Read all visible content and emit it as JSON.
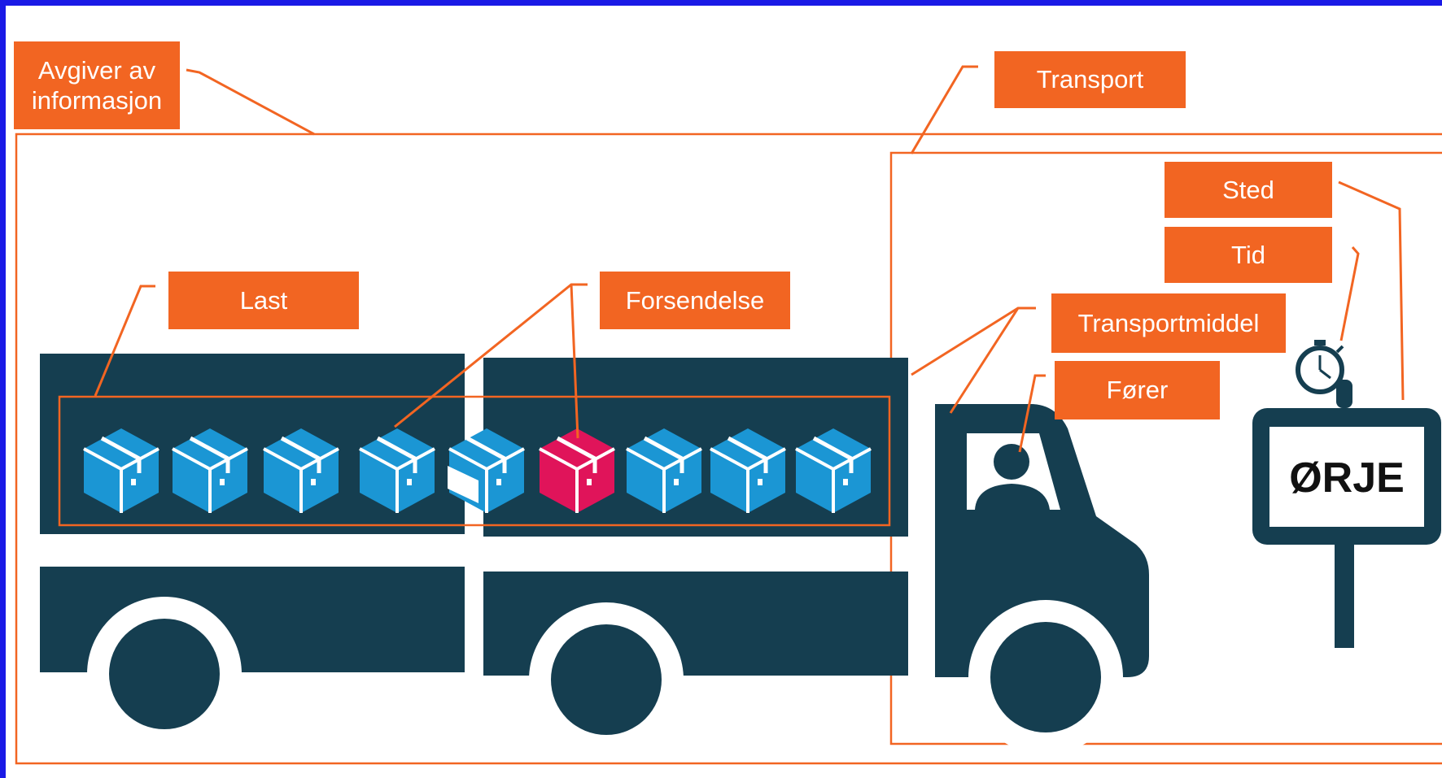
{
  "labels": {
    "avgiver": "Avgiver av informasjon",
    "transport": "Transport",
    "last": "Last",
    "forsendelse": "Forsendelse",
    "sted": "Sted",
    "tid": "Tid",
    "transportmiddel": "Transportmiddel",
    "forer": "Fører"
  },
  "sign": {
    "text": "ØRJE"
  },
  "boxes": {
    "count": 9,
    "highlighted_index": 5,
    "opened_index": 4
  },
  "colors": {
    "background": "#ffffff",
    "frame": "#1a1ae6",
    "accent": "#f26522",
    "truck": "#153e50",
    "box": "#1b96d4",
    "box_highlight": "#e0145a",
    "label_text": "#ffffff"
  },
  "icons": [
    "package-icon",
    "stopwatch-icon",
    "driver-icon",
    "signpost-icon",
    "truck-icon"
  ]
}
